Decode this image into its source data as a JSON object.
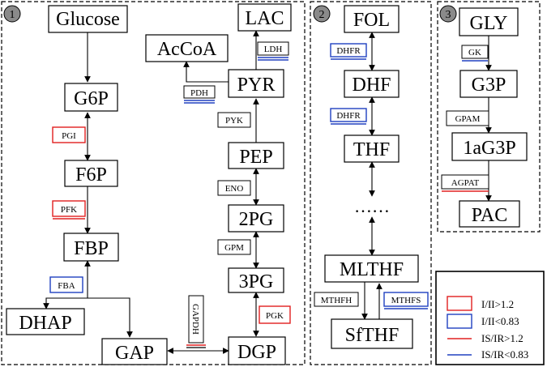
{
  "panels": [
    {
      "number": "1"
    },
    {
      "number": "2"
    },
    {
      "number": "3"
    }
  ],
  "metabolites": {
    "glucose": "Glucose",
    "lac": "LAC",
    "accoa": "AcCoA",
    "pyr": "PYR",
    "g6p": "G6P",
    "f6p": "F6P",
    "fbp": "FBP",
    "pep": "PEP",
    "pg2": "2PG",
    "pg3": "3PG",
    "dhap": "DHAP",
    "gap": "GAP",
    "dgp": "DGP",
    "fol": "FOL",
    "dhf": "DHF",
    "thf": "THF",
    "ellipsis": "……",
    "mlthf": "MLTHF",
    "sfthf": "SfTHF",
    "gly": "GLY",
    "g3p": "G3P",
    "ag3p": "1aG3P",
    "pac": "PAC"
  },
  "enzymes": {
    "ldh": "LDH",
    "pdh": "PDH",
    "pyk": "PYK",
    "eno": "ENO",
    "gpm": "GPM",
    "pgk": "PGK",
    "gapdh": "GAPDH",
    "pgi": "PGI",
    "pfk": "PFK",
    "fba": "FBA",
    "dhfr1": "DHFR",
    "dhfr2": "DHFR",
    "mthfh": "MTHFH",
    "mthfs": "MTHFS",
    "gk": "GK",
    "gpam": "GPAM",
    "agpat": "AGPAT"
  },
  "legend": {
    "items": [
      {
        "label": "I/II>1.2",
        "kind": "box",
        "color": "#e02020"
      },
      {
        "label": "I/II<0.83",
        "kind": "box",
        "color": "#2040c0"
      },
      {
        "label": "IS/IR>1.2",
        "kind": "line",
        "color": "#e02020"
      },
      {
        "label": "IS/IR<0.83",
        "kind": "line",
        "color": "#2040c0"
      }
    ]
  },
  "colors": {
    "up": "#e02020",
    "down": "#2040c0",
    "neutral": "#000000"
  }
}
